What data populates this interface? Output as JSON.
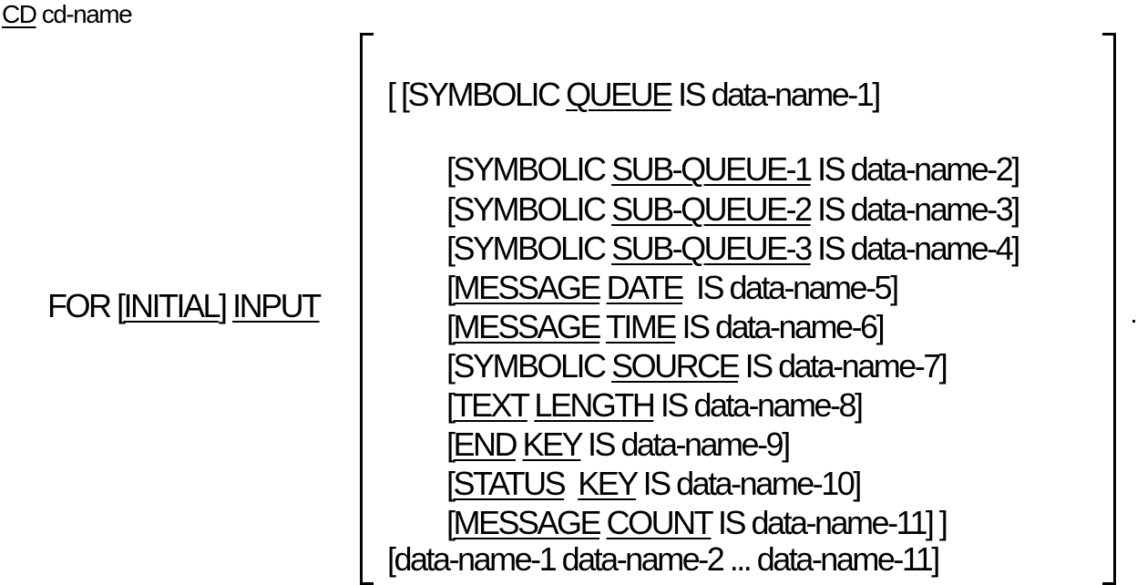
{
  "header": {
    "cd": "CD",
    "cd_name": " cd-name"
  },
  "for_clause": {
    "for": "FOR ",
    "open": "[",
    "initial": "INITIAL",
    "close": "] ",
    "input": "INPUT"
  },
  "entries": [
    {
      "open": "[ [SYMBOLIC ",
      "kw1": "",
      "mid": "",
      "kw2": "QUEUE",
      "tail": " IS data-name-1]"
    },
    {
      "open": "[SYMBOLIC ",
      "kw1": "",
      "mid": "",
      "kw2": "SUB-QUEUE-1",
      "tail": " IS data-name-2]"
    },
    {
      "open": "[SYMBOLIC ",
      "kw1": "",
      "mid": "",
      "kw2": "SUB-QUEUE-2",
      "tail": " IS data-name-3]"
    },
    {
      "open": "[SYMBOLIC ",
      "kw1": "",
      "mid": "",
      "kw2": "SUB-QUEUE-3",
      "tail": " IS data-name-4]"
    },
    {
      "open": "[",
      "kw1": "MESSAGE",
      "mid": " ",
      "kw2": "DATE",
      "tail": "  IS data-name-5]"
    },
    {
      "open": "[",
      "kw1": "MESSAGE",
      "mid": " ",
      "kw2": "TIME",
      "tail": " IS data-name-6]"
    },
    {
      "open": "[SYMBOLIC ",
      "kw1": "",
      "mid": "",
      "kw2": "SOURCE",
      "tail": " IS data-name-7]"
    },
    {
      "open": "[",
      "kw1": "TEXT",
      "mid": " ",
      "kw2": "LENGTH",
      "tail": " IS data-name-8]"
    },
    {
      "open": "[",
      "kw1": "END",
      "mid": " ",
      "kw2": "KEY",
      "tail": " IS data-name-9]"
    },
    {
      "open": "[",
      "kw1": "STATUS",
      "mid": "  ",
      "kw2": "KEY",
      "tail": " IS data-name-10]"
    },
    {
      "open": "[",
      "kw1": "MESSAGE",
      "mid": " ",
      "kw2": "COUNT",
      "tail": " IS data-name-11] ]"
    }
  ],
  "data_names_line": "[data-name-1 data-name-2 ... data-name-11]"
}
